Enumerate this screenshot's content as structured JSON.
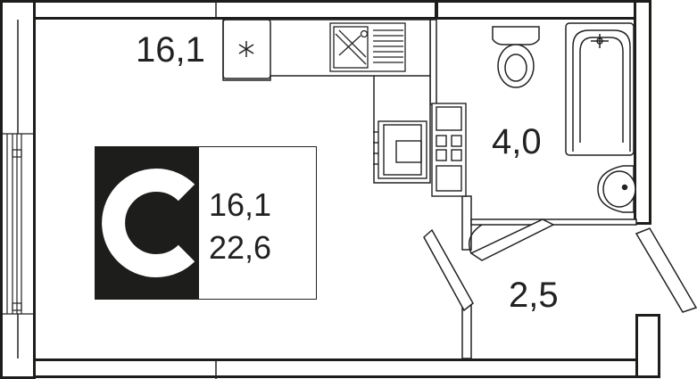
{
  "plan": {
    "room_living_area": "16,1",
    "room_bathroom_area": "4,0",
    "room_hall_area": "2,5",
    "badge": {
      "letter": "C",
      "living_area": "16,1",
      "total_area": "22,6"
    }
  },
  "colors": {
    "wall": "#1d1d1b",
    "line": "#222222",
    "badge_bg": "#1d1d1b",
    "background": "#ffffff"
  },
  "icons": [
    "fridge-icon",
    "sink-icon",
    "stove-icon",
    "toilet-icon",
    "bathtub-icon",
    "washbasin-icon",
    "window-icon",
    "door-icon"
  ]
}
